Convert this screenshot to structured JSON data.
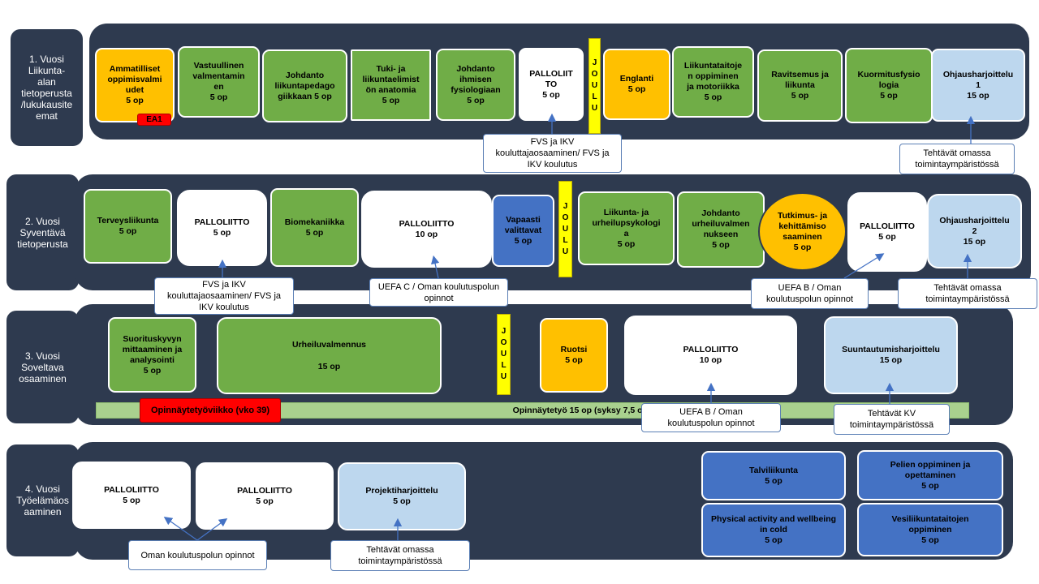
{
  "years": [
    {
      "label": "1. Vuosi\nLiikunta-\nalan\ntietoperusta\n/lukukausite\nemat"
    },
    {
      "label": "2. Vuosi\nSyventävä\ntietoperusta"
    },
    {
      "label": "3. Vuosi\nSoveltava\nosaaminen"
    },
    {
      "label": "4. Vuosi\nTyöelämäos\naaminen"
    }
  ],
  "year1": {
    "boxes": [
      {
        "title": "Ammatilliset\noppimisvalmi\nudet",
        "credits": "5 op"
      },
      {
        "title": "Vastuullinen\nvalmentamin\nen",
        "credits": "5 op"
      },
      {
        "title": "Johdanto\nliikuntapedago\ngiikkaan 5 op",
        "credits": ""
      },
      {
        "title": "Tuki- ja\nliikuntaelimist\nön anatomia",
        "credits": "5 op"
      },
      {
        "title": "Johdanto\nihmisen\nfysiologiaan",
        "credits": "5 op"
      },
      {
        "title": "PALLOLIIT\nTO",
        "credits": "5 op"
      },
      {
        "title": "Englanti",
        "credits": "5 op"
      },
      {
        "title": "Liikuntataitoje\nn oppiminen\nja motoriikka",
        "credits": "5 op"
      },
      {
        "title": "Ravitsemus ja\nliikunta",
        "credits": "5 op"
      },
      {
        "title": "Kuormitusfysio\nlogia",
        "credits": "5 op"
      },
      {
        "title": "Ohjausharjoittelu\n1",
        "credits": "15 op"
      }
    ],
    "tag": "EA1",
    "notes": [
      "FVS ja IKV\nkouluttajaosaaminen/ FVS ja\nIKV koulutus",
      "Tehtävät omassa\ntoimintaympäristössä"
    ]
  },
  "year2": {
    "boxes": [
      {
        "title": "Terveysliikunta",
        "credits": "5 op"
      },
      {
        "title": "PALLOLIITTO",
        "credits": "5 op"
      },
      {
        "title": "Biomekaniikka",
        "credits": "5 op"
      },
      {
        "title": "PALLOLIITTO",
        "credits": "10 op"
      },
      {
        "title": "Vapaasti\nvalittavat",
        "credits": "5 op"
      },
      {
        "title": "Liikunta- ja\nurheilupsykologi\na",
        "credits": "5 op"
      },
      {
        "title": "Johdanto\nurheiluvalmen\nnukseen",
        "credits": "5 op"
      },
      {
        "title": "Tutkimus- ja\nkehittämiso\nsaaminen",
        "credits": "5 op"
      },
      {
        "title": "PALLOLIITTO",
        "credits": "5 op"
      },
      {
        "title": "Ohjausharjoittelu\n2",
        "credits": "15 op"
      }
    ],
    "notes": [
      "FVS ja IKV\nkouluttajaosaaminen/ FVS ja\nIKV koulutus",
      "UEFA C / Oman koulutuspolun\nopinnot",
      "UEFA B / Oman\nkoulutuspolun opinnot",
      "Tehtävät omassa\ntoimintaympäristössä"
    ]
  },
  "year3": {
    "boxes": [
      {
        "title": "Suorituskyvyn\nmittaaminen ja\nanalysointi",
        "credits": "5 op"
      },
      {
        "title": "Urheiluvalmennus",
        "credits": "15 op"
      },
      {
        "title": "Ruotsi",
        "credits": "5 op"
      },
      {
        "title": "PALLOLIITTO",
        "credits": "10 op"
      },
      {
        "title": "Suuntautumisharjoittelu",
        "credits": "15 op"
      }
    ],
    "thesis_week": "Opinnäytetyöviikko (vko 39)",
    "thesis_bar": "Opinnäytetyö 15 op (syksy 7,5 op / kevät 7,5 op)",
    "notes": [
      "UEFA B / Oman\nkoulutuspolun opinnot",
      "Tehtävät KV\ntoimintaympäristössä"
    ]
  },
  "year4": {
    "boxes": [
      {
        "title": "PALLOLIITTO",
        "credits": "5 op"
      },
      {
        "title": "PALLOLIITTO",
        "credits": "5 op"
      },
      {
        "title": "Projektiharjoittelu",
        "credits": "5 op"
      },
      {
        "title": "Talviliikunta",
        "credits": "5 op"
      },
      {
        "title": "Pelien oppiminen  ja\nopettaminen",
        "credits": "5 op"
      },
      {
        "title": "Physical activity and wellbeing\nin cold",
        "credits": "5 op"
      },
      {
        "title": "Vesiliikuntataitojen\noppiminen",
        "credits": "5 op"
      }
    ],
    "notes": [
      "Oman koulutuspolun opinnot",
      "Tehtävät omassa\ntoimintaympäristössä"
    ]
  },
  "joulu": "JOULU",
  "colors": {
    "band": "#2e3a4f",
    "green": "#70ad47",
    "orange": "#ffc000",
    "light_blue": "#bdd7ee",
    "dark_blue": "#4472c4",
    "yellow": "#ffff00",
    "red": "#ff0000",
    "thesis_green": "#a9d18e"
  }
}
